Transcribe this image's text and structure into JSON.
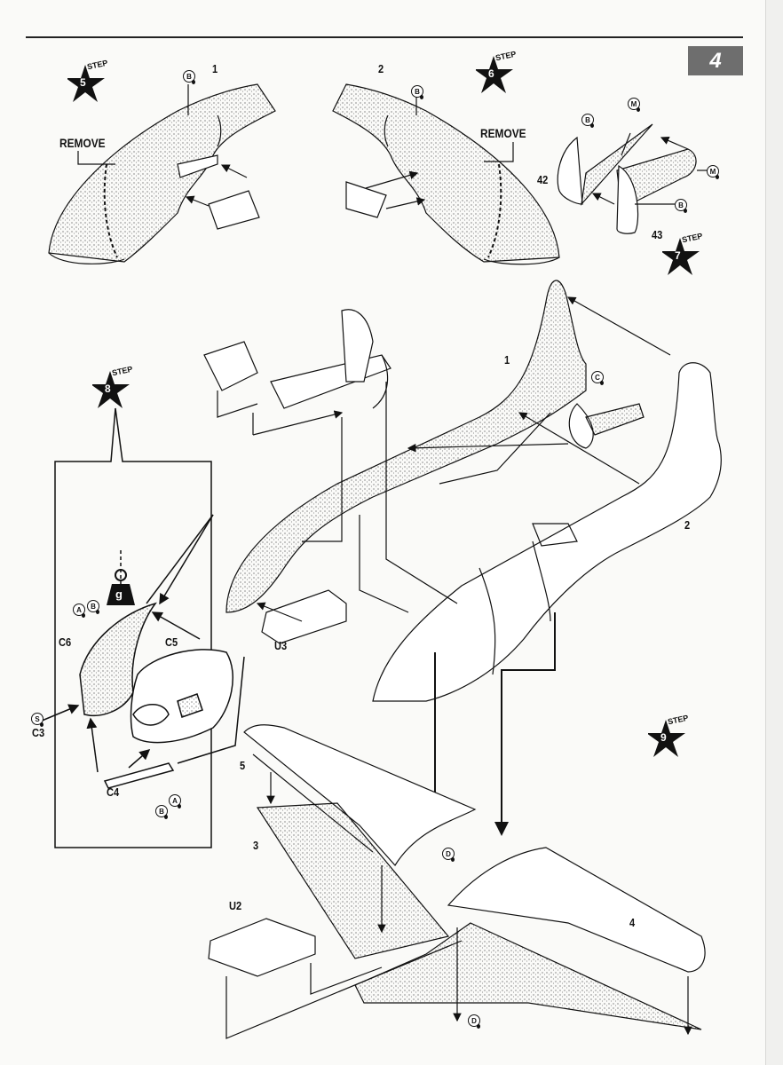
{
  "page": {
    "page_number": "4",
    "colors": {
      "ink": "#111111",
      "badge": "#6e6e6e",
      "paper": "#fafaf8"
    }
  },
  "steps": [
    {
      "word": "STEP",
      "number": "5"
    },
    {
      "word": "STEP",
      "number": "6"
    },
    {
      "word": "STEP",
      "number": "7"
    },
    {
      "word": "STEP",
      "number": "8"
    },
    {
      "word": "STEP",
      "number": "9"
    }
  ],
  "instructions": {
    "remove_left": "REMOVE",
    "remove_right": "REMOVE"
  },
  "part_labels": {
    "p1_step5": "1",
    "p2_step6": "2",
    "p42": "42",
    "p43": "43",
    "p1_fuselage": "1",
    "p2_fuselage": "2",
    "C6": "C6",
    "C5": "C5",
    "C3": "C3",
    "C4": "C4",
    "U3": "U3",
    "U2": "U2",
    "p5": "5",
    "p3": "3",
    "p4": "4"
  },
  "callouts": {
    "glue": "B",
    "metal": "M",
    "cement_c": "C",
    "adhesive_a": "A",
    "decal_d": "D",
    "s": "S"
  },
  "weight": {
    "icon": "weight-icon",
    "label": "g"
  }
}
